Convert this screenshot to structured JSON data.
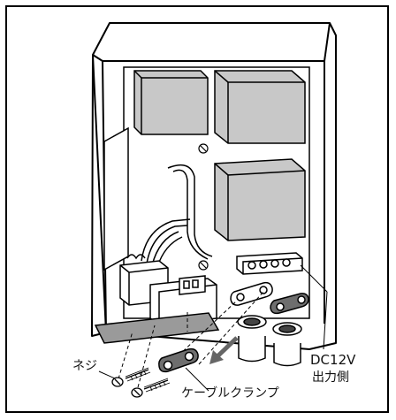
{
  "labels": {
    "screw": "ネジ",
    "cable_clamp": "ケーブルクランプ",
    "dc12v": "DC12V",
    "output_side": "出力側"
  }
}
